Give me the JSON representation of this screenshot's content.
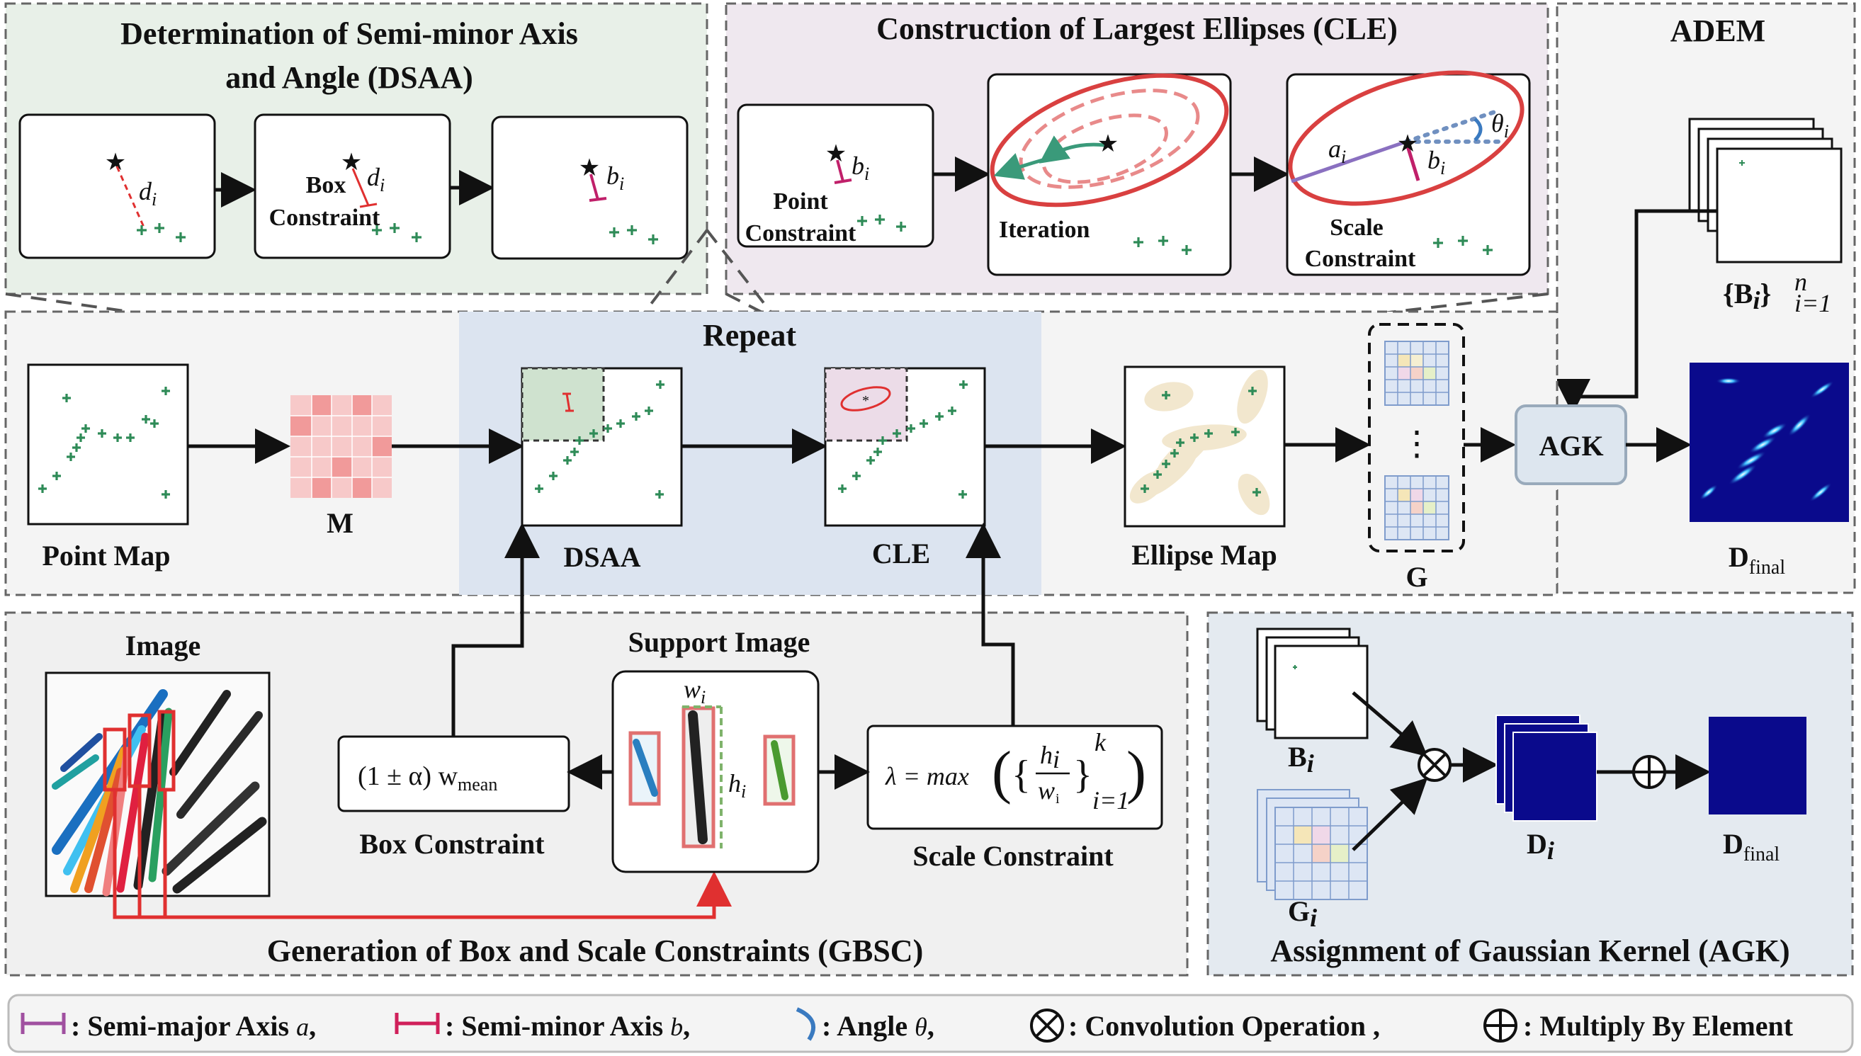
{
  "panels": {
    "dsaa_title_line1": "Determination of Semi-minor Axis",
    "dsaa_title_line2": "and Angle (DSAA)",
    "cle_title": "Construction of Largest Ellipses (CLE)",
    "adem_title": "ADEM",
    "gbsc_title": "Generation of Box and Scale Constraints (GBSC)",
    "agk_title": "Assignment of Gaussian Kernel (AGK)"
  },
  "dsaa_steps": {
    "di": "d",
    "di_sub": "i",
    "box_constraint_line1": "Box",
    "box_constraint_line2": "Constraint",
    "bi": "b",
    "bi_sub": "i"
  },
  "cle_steps": {
    "point_constraint_line1": "Point",
    "point_constraint_line2": "Constraint",
    "iteration": "Iteration",
    "scale_constraint_line1": "Scale",
    "scale_constraint_line2": "Constraint",
    "ai": "a",
    "ai_sub": "i",
    "bi": "b",
    "bi_sub": "i",
    "theta": "θ",
    "theta_sub": "i"
  },
  "pipeline": {
    "repeat": "Repeat",
    "point_map": "Point Map",
    "m": "M",
    "dsaa": "DSAA",
    "cle": "CLE",
    "ellipse_map": "Ellipse Map",
    "g": "G",
    "agk": "AGK",
    "b_set": "{B",
    "b_set_sub": "i",
    "b_set_close": "}",
    "b_set_sup": "n",
    "b_set_low": "i=1",
    "d_final": "D",
    "d_final_sub": "final",
    "vdots": "⋮"
  },
  "gbsc": {
    "image": "Image",
    "support_image": "Support Image",
    "wi": "w",
    "wi_sub": "i",
    "hi": "h",
    "hi_sub": "i",
    "box_formula": "(1 ± α) w",
    "box_formula_sub": "mean",
    "box_constraint": "Box Constraint",
    "scale_formula_lambda": "λ = max",
    "scale_formula_hi": "h",
    "scale_formula_wi": "w",
    "scale_formula_k": "k",
    "scale_formula_i1": "i=1",
    "scale_constraint": "Scale Constraint"
  },
  "agk": {
    "bi": "B",
    "bi_sub": "i",
    "gi": "G",
    "gi_sub": "i",
    "di": "D",
    "di_sub": "i",
    "d_final": "D",
    "d_final_sub": "final"
  },
  "legend": {
    "semi_major": ": Semi-major Axis",
    "semi_major_sym": "a",
    "semi_minor": ": Semi-minor Axis",
    "semi_minor_sym": "b",
    "angle": ": Angle",
    "angle_sym": "θ",
    "convolution": ": Convolution Operation ,",
    "multiply": ": Multiply By Element",
    "comma": ","
  },
  "colors": {
    "dsaa_bg": "#e8f0e8",
    "cle_bg": "#efe8ef",
    "repeat_bg": "#dce4f0",
    "agk_panel_bg": "#e4eaf0",
    "red": "#e03030",
    "green": "#2e8b57",
    "navy": "#0a0a8c"
  }
}
